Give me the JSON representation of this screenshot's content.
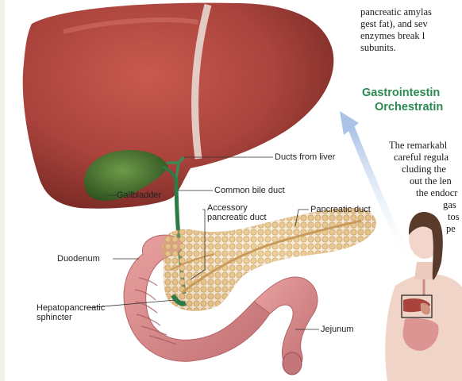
{
  "labels": {
    "ducts_from_liver": "Ducts from liver",
    "common_bile_duct": "Common bile duct",
    "gallbladder": "Gallbladder",
    "accessory_duct_line1": "Accessory",
    "accessory_duct_line2": "pancreatic duct",
    "pancreatic_duct": "Pancreatic duct",
    "duodenum": "Duodenum",
    "sphincter_line1": "Hepatopancreatic",
    "sphincter_line2": "sphincter",
    "jejunum": "Jejunum"
  },
  "text_column": {
    "para1": [
      "pancreatic amylas",
      "gest fat), and sev",
      "enzymes break l",
      "subunits."
    ],
    "heading": [
      "Gastrointestin",
      "Orchestratin"
    ],
    "para2": [
      "The remarkabl",
      "careful regula",
      "cluding the",
      "out the len",
      "the endocr",
      "gas",
      "tos",
      "pe"
    ]
  },
  "colors": {
    "liver": "#a9433c",
    "gallbladder": "#3f6a2c",
    "pancreas": "#e2bd84",
    "intestine": "#d98a8a",
    "duct": "#2c7a45",
    "heading": "#2b8a52",
    "arrow": "#a9c2e6"
  }
}
